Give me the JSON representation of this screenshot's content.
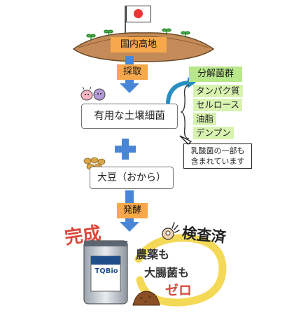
{
  "origin": {
    "label": "国内高地",
    "flag_icon": "japan-flag-icon"
  },
  "steps": {
    "harvest": "採取",
    "ferment": "発酵"
  },
  "soil_bacteria": {
    "label": "有用な土壌細菌"
  },
  "decomposition": {
    "title": "分解菌群",
    "items": [
      "タンパク質",
      "セルロース",
      "油脂",
      "デンプン"
    ]
  },
  "callout": {
    "line1": "乳酸菌の一部も",
    "line2": "含まれています"
  },
  "soybean": {
    "label": "大豆（おから）"
  },
  "result": {
    "complete": "完成",
    "inspected": "検査済",
    "pesticide": "農薬も",
    "intestinal": "大腸菌も",
    "zero": "ゼロ"
  },
  "product": {
    "brand": "TQBio"
  },
  "colors": {
    "arrow": "#4a86d8",
    "orange": "#f7a84c",
    "green": "#c9ec9a",
    "soil": "#b07a4a"
  }
}
